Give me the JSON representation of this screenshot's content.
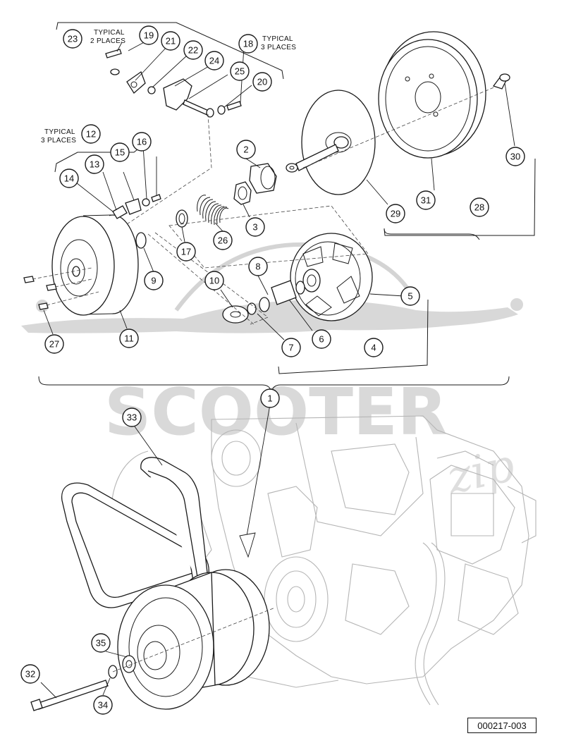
{
  "notes": {
    "typical_2_places_line1": "TYPICAL",
    "typical_2_places_line2": "2 PLACES",
    "typical_3_places_top_line1": "TYPICAL",
    "typical_3_places_top_line2": "3 PLACES",
    "typical_3_places_left_line1": "TYPICAL",
    "typical_3_places_left_line2": "3 PLACES"
  },
  "watermark": {
    "text": "SCOOTER",
    "script": "zip"
  },
  "reference_number": "000217-003",
  "callouts": [
    "1",
    "2",
    "3",
    "4",
    "5",
    "6",
    "7",
    "8",
    "9",
    "10",
    "11",
    "12",
    "13",
    "14",
    "15",
    "16",
    "17",
    "18",
    "19",
    "20",
    "21",
    "22",
    "23",
    "24",
    "25",
    "26",
    "27",
    "28",
    "29",
    "30",
    "31",
    "32",
    "33",
    "34",
    "35"
  ]
}
